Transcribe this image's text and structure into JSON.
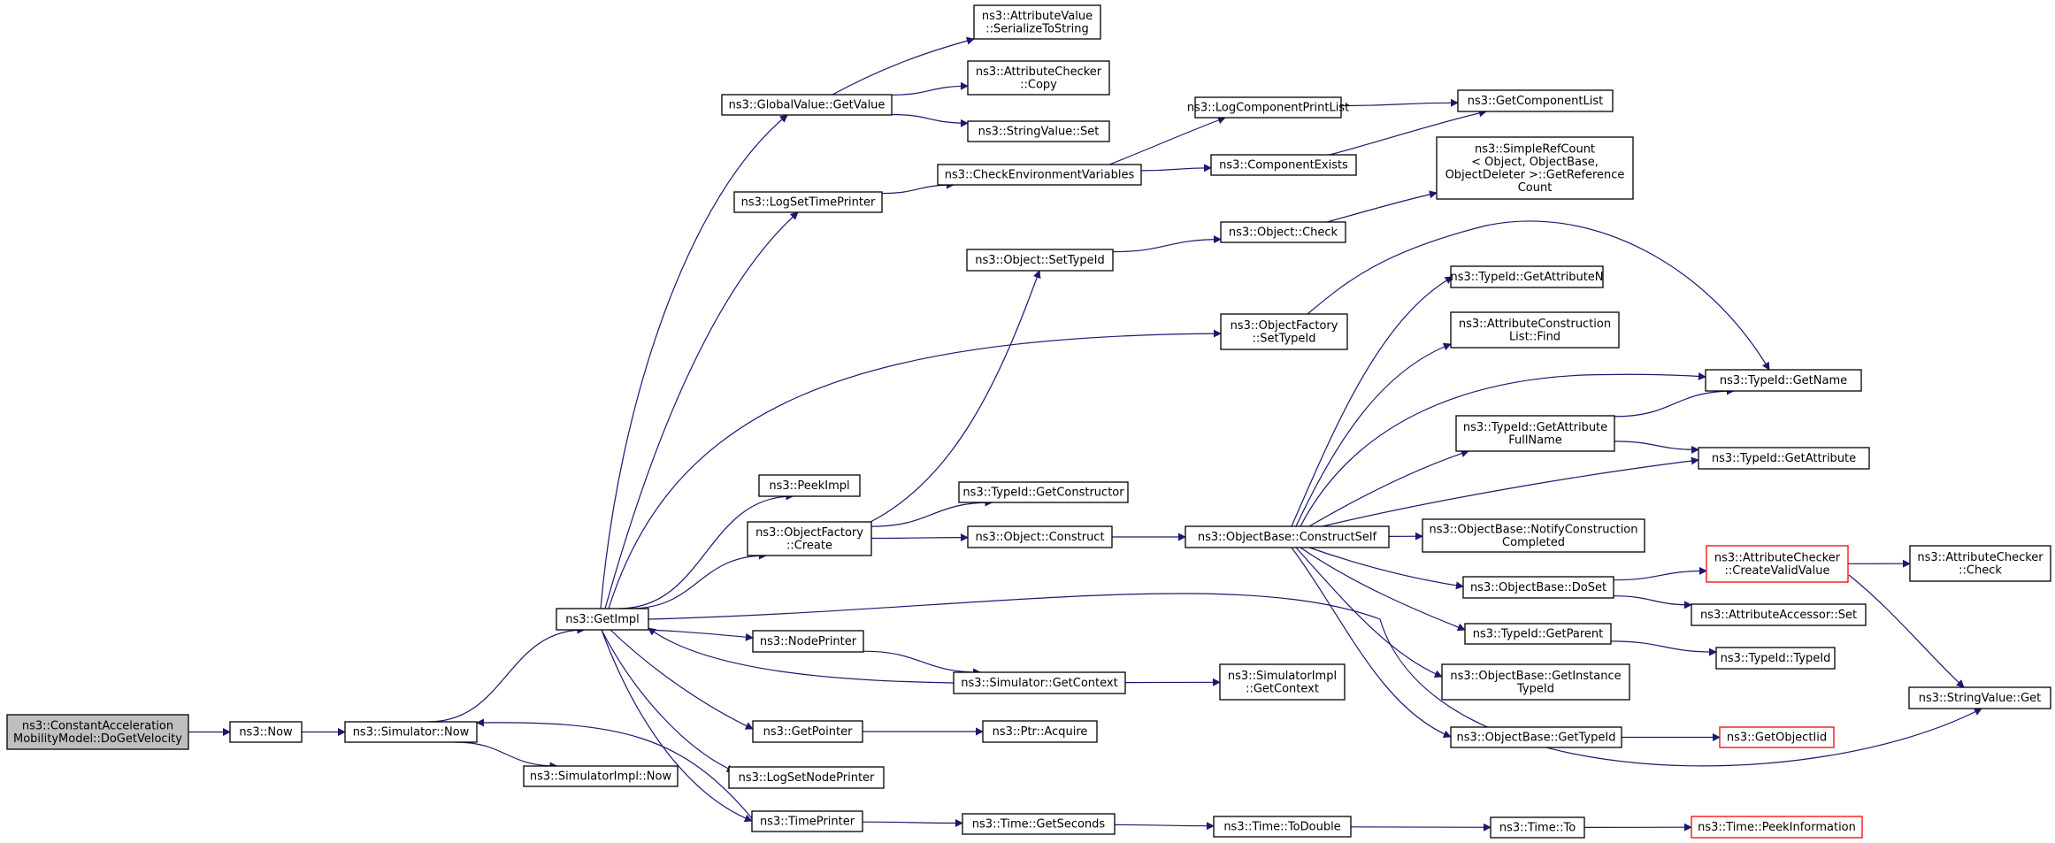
{
  "colors": {
    "edge": "#191970",
    "box_border": "#000000",
    "box_fill": "#ffffff",
    "root_fill": "#bfbfbf",
    "truncated_border": "#ff0000",
    "text": "#000000"
  },
  "nodes": [
    {
      "id": "root",
      "lines": [
        "ns3::ConstantAcceleration",
        "MobilityModel::DoGetVelocity"
      ],
      "style": "root"
    },
    {
      "id": "now",
      "lines": [
        "ns3::Now"
      ],
      "style": "normal"
    },
    {
      "id": "simnow",
      "lines": [
        "ns3::Simulator::Now"
      ],
      "style": "normal"
    },
    {
      "id": "simimplnow",
      "lines": [
        "ns3::SimulatorImpl::Now"
      ],
      "style": "normal"
    },
    {
      "id": "getimpl",
      "lines": [
        "ns3::GetImpl"
      ],
      "style": "normal"
    },
    {
      "id": "gvgetvalue",
      "lines": [
        "ns3::GlobalValue::GetValue"
      ],
      "style": "normal"
    },
    {
      "id": "avser",
      "lines": [
        "ns3::AttributeValue",
        "::SerializeToString"
      ],
      "style": "normal"
    },
    {
      "id": "accopy",
      "lines": [
        "ns3::AttributeChecker",
        "::Copy"
      ],
      "style": "normal"
    },
    {
      "id": "svset",
      "lines": [
        "ns3::StringValue::Set"
      ],
      "style": "normal"
    },
    {
      "id": "logsettime",
      "lines": [
        "ns3::LogSetTimePrinter"
      ],
      "style": "normal"
    },
    {
      "id": "checkenv",
      "lines": [
        "ns3::CheckEnvironmentVariables"
      ],
      "style": "normal"
    },
    {
      "id": "logcompprint",
      "lines": [
        "ns3::LogComponentPrintList"
      ],
      "style": "normal"
    },
    {
      "id": "getcomplist",
      "lines": [
        "ns3::GetComponentList"
      ],
      "style": "normal"
    },
    {
      "id": "compexists",
      "lines": [
        "ns3::ComponentExists"
      ],
      "style": "normal"
    },
    {
      "id": "simplerefcount",
      "lines": [
        "ns3::SimpleRefCount",
        "< Object, ObjectBase,",
        " ObjectDeleter >::GetReference",
        "Count"
      ],
      "style": "normal"
    },
    {
      "id": "objsettypeid",
      "lines": [
        "ns3::Object::SetTypeId"
      ],
      "style": "normal"
    },
    {
      "id": "objcheck",
      "lines": [
        "ns3::Object::Check"
      ],
      "style": "normal"
    },
    {
      "id": "ofsettypeid",
      "lines": [
        "ns3::ObjectFactory",
        "::SetTypeId"
      ],
      "style": "normal"
    },
    {
      "id": "tidgetattrn",
      "lines": [
        "ns3::TypeId::GetAttributeN"
      ],
      "style": "normal"
    },
    {
      "id": "acfind",
      "lines": [
        "ns3::AttributeConstruction",
        "List::Find"
      ],
      "style": "normal"
    },
    {
      "id": "tidgetname",
      "lines": [
        "ns3::TypeId::GetName"
      ],
      "style": "normal"
    },
    {
      "id": "tidgetattrfull",
      "lines": [
        "ns3::TypeId::GetAttribute",
        "FullName"
      ],
      "style": "normal"
    },
    {
      "id": "tidgetattr",
      "lines": [
        "ns3::TypeId::GetAttribute"
      ],
      "style": "normal"
    },
    {
      "id": "peekimpl",
      "lines": [
        "ns3::PeekImpl"
      ],
      "style": "normal"
    },
    {
      "id": "ofcreate",
      "lines": [
        "ns3::ObjectFactory",
        "::Create"
      ],
      "style": "normal"
    },
    {
      "id": "tidgetctor",
      "lines": [
        "ns3::TypeId::GetConstructor"
      ],
      "style": "normal"
    },
    {
      "id": "objconstruct",
      "lines": [
        "ns3::Object::Construct"
      ],
      "style": "normal"
    },
    {
      "id": "obconstructself",
      "lines": [
        "ns3::ObjectBase::ConstructSelf"
      ],
      "style": "normal"
    },
    {
      "id": "obnotify",
      "lines": [
        "ns3::ObjectBase::NotifyConstruction",
        "Completed"
      ],
      "style": "normal"
    },
    {
      "id": "obdoset",
      "lines": [
        "ns3::ObjectBase::DoSet"
      ],
      "style": "normal"
    },
    {
      "id": "accreatevalid",
      "lines": [
        "ns3::AttributeChecker",
        "::CreateValidValue"
      ],
      "style": "truncated"
    },
    {
      "id": "accheck",
      "lines": [
        "ns3::AttributeChecker",
        "::Check"
      ],
      "style": "normal"
    },
    {
      "id": "aaset",
      "lines": [
        "ns3::AttributeAccessor::Set"
      ],
      "style": "normal"
    },
    {
      "id": "tidgetparent",
      "lines": [
        "ns3::TypeId::GetParent"
      ],
      "style": "normal"
    },
    {
      "id": "tidtypeid",
      "lines": [
        "ns3::TypeId::TypeId"
      ],
      "style": "normal"
    },
    {
      "id": "obgetinst",
      "lines": [
        "ns3::ObjectBase::GetInstance",
        "TypeId"
      ],
      "style": "normal"
    },
    {
      "id": "svget",
      "lines": [
        "ns3::StringValue::Get"
      ],
      "style": "normal"
    },
    {
      "id": "obgettypeid",
      "lines": [
        "ns3::ObjectBase::GetTypeId"
      ],
      "style": "normal"
    },
    {
      "id": "getobjectiid",
      "lines": [
        "ns3::GetObjectIid"
      ],
      "style": "truncated"
    },
    {
      "id": "nodeprinter",
      "lines": [
        "ns3::NodePrinter"
      ],
      "style": "normal"
    },
    {
      "id": "simgetctx",
      "lines": [
        "ns3::Simulator::GetContext"
      ],
      "style": "normal"
    },
    {
      "id": "simimplgetctx",
      "lines": [
        "ns3::SimulatorImpl",
        "::GetContext"
      ],
      "style": "normal"
    },
    {
      "id": "getpointer",
      "lines": [
        "ns3::GetPointer"
      ],
      "style": "normal"
    },
    {
      "id": "ptracquire",
      "lines": [
        "ns3::Ptr::Acquire"
      ],
      "style": "normal"
    },
    {
      "id": "logsetnode",
      "lines": [
        "ns3::LogSetNodePrinter"
      ],
      "style": "normal"
    },
    {
      "id": "timeprinter",
      "lines": [
        "ns3::TimePrinter"
      ],
      "style": "normal"
    },
    {
      "id": "timegetsec",
      "lines": [
        "ns3::Time::GetSeconds"
      ],
      "style": "normal"
    },
    {
      "id": "timetodouble",
      "lines": [
        "ns3::Time::ToDouble"
      ],
      "style": "normal"
    },
    {
      "id": "timeto",
      "lines": [
        "ns3::Time::To"
      ],
      "style": "normal"
    },
    {
      "id": "timepeek",
      "lines": [
        "ns3::Time::PeekInformation"
      ],
      "style": "truncated"
    }
  ],
  "edges": [
    [
      "root",
      "now"
    ],
    [
      "now",
      "simnow"
    ],
    [
      "simnow",
      "getimpl"
    ],
    [
      "simnow",
      "simimplnow"
    ],
    [
      "getimpl",
      "gvgetvalue"
    ],
    [
      "gvgetvalue",
      "avser"
    ],
    [
      "gvgetvalue",
      "accopy"
    ],
    [
      "gvgetvalue",
      "svset"
    ],
    [
      "getimpl",
      "logsettime"
    ],
    [
      "logsettime",
      "checkenv"
    ],
    [
      "checkenv",
      "logcompprint"
    ],
    [
      "checkenv",
      "compexists"
    ],
    [
      "logcompprint",
      "getcomplist"
    ],
    [
      "compexists",
      "getcomplist"
    ],
    [
      "getimpl",
      "ofsettypeid"
    ],
    [
      "ofsettypeid",
      "tidgetname"
    ],
    [
      "getimpl",
      "peekimpl"
    ],
    [
      "getimpl",
      "ofcreate"
    ],
    [
      "ofcreate",
      "objsettypeid"
    ],
    [
      "objsettypeid",
      "objcheck"
    ],
    [
      "objcheck",
      "simplerefcount"
    ],
    [
      "ofcreate",
      "tidgetctor"
    ],
    [
      "ofcreate",
      "objconstruct"
    ],
    [
      "objconstruct",
      "obconstructself"
    ],
    [
      "obconstructself",
      "tidgetattrn"
    ],
    [
      "obconstructself",
      "acfind"
    ],
    [
      "obconstructself",
      "tidgetname"
    ],
    [
      "obconstructself",
      "tidgetattrfull"
    ],
    [
      "obconstructself",
      "tidgetattr"
    ],
    [
      "obconstructself",
      "obnotify"
    ],
    [
      "obconstructself",
      "obdoset"
    ],
    [
      "obconstructself",
      "tidgetparent"
    ],
    [
      "obconstructself",
      "obgetinst"
    ],
    [
      "obconstructself",
      "obgettypeid"
    ],
    [
      "tidgetattrfull",
      "tidgetname"
    ],
    [
      "tidgetattrfull",
      "tidgetattr"
    ],
    [
      "obdoset",
      "accreatevalid"
    ],
    [
      "obdoset",
      "aaset"
    ],
    [
      "accreatevalid",
      "accheck"
    ],
    [
      "accreatevalid",
      "svget"
    ],
    [
      "tidgetparent",
      "tidtypeid"
    ],
    [
      "obgettypeid",
      "getobjectiid"
    ],
    [
      "getimpl",
      "svget"
    ],
    [
      "getimpl",
      "nodeprinter"
    ],
    [
      "nodeprinter",
      "simgetctx"
    ],
    [
      "simgetctx",
      "getimpl"
    ],
    [
      "simgetctx",
      "simimplgetctx"
    ],
    [
      "getimpl",
      "getpointer"
    ],
    [
      "getpointer",
      "ptracquire"
    ],
    [
      "getimpl",
      "logsetnode"
    ],
    [
      "getimpl",
      "timeprinter"
    ],
    [
      "timeprinter",
      "simnow"
    ],
    [
      "timeprinter",
      "timegetsec"
    ],
    [
      "timegetsec",
      "timetodouble"
    ],
    [
      "timetodouble",
      "timeto"
    ],
    [
      "timeto",
      "timepeek"
    ]
  ]
}
